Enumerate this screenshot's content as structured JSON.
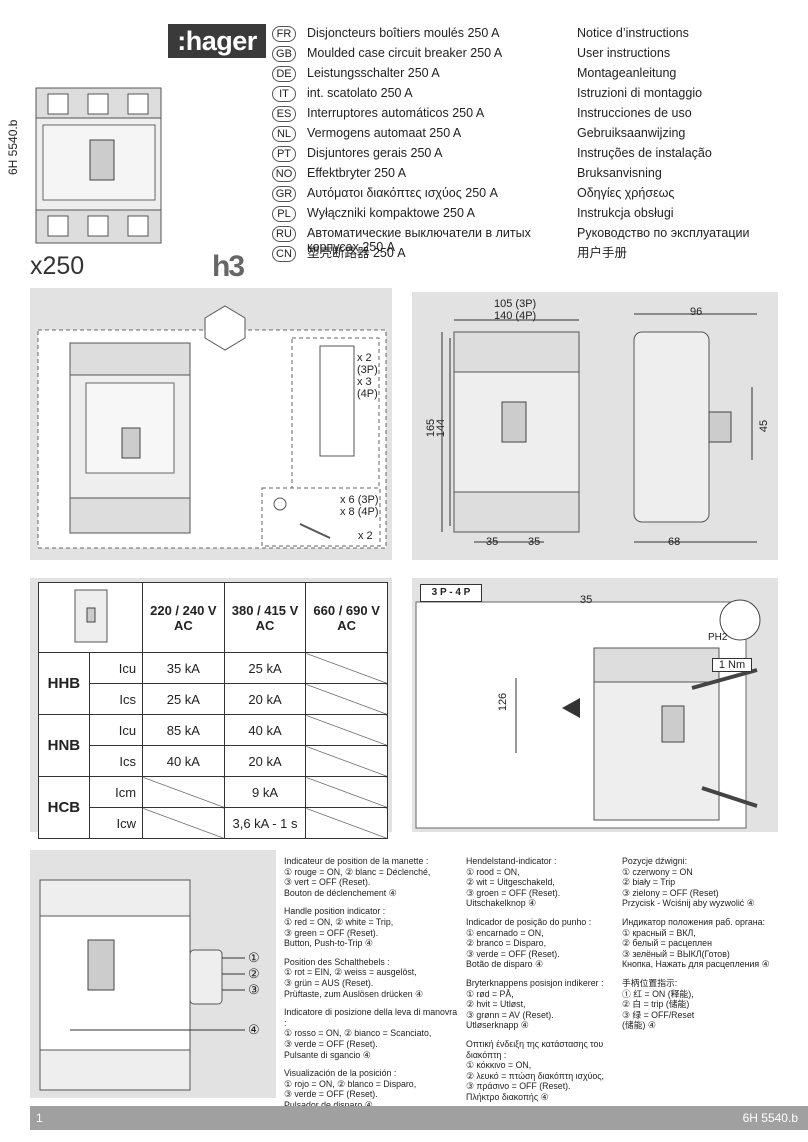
{
  "brand": "hager",
  "doc_code": "6H 5540.b",
  "model": "x250",
  "series_logo": "h3",
  "languages": [
    {
      "code": "FR",
      "product": "Disjoncteurs boîtiers moulés 250 A",
      "notice": "Notice d’instructions"
    },
    {
      "code": "GB",
      "product": "Moulded case circuit breaker 250 A",
      "notice": "User instructions"
    },
    {
      "code": "DE",
      "product": "Leistungsschalter 250 A",
      "notice": "Montageanleitung"
    },
    {
      "code": "IT",
      "product": "int. scatolato 250 A",
      "notice": "Istruzioni di montaggio"
    },
    {
      "code": "ES",
      "product": "Interruptores automáticos 250 A",
      "notice": "Instrucciones de uso"
    },
    {
      "code": "NL",
      "product": "Vermogens automaat 250 A",
      "notice": "Gebruiksaanwijzing"
    },
    {
      "code": "PT",
      "product": "Disjuntores gerais 250 A",
      "notice": "Instruções de instalação"
    },
    {
      "code": "NO",
      "product": "Effektbryter 250 A",
      "notice": "Bruksanvisning"
    },
    {
      "code": "GR",
      "product": "Αυτόματοι διακόπτες ισχύος 250 A",
      "notice": "Οδηγίες χρήσεως"
    },
    {
      "code": "PL",
      "product": "Wyłączniki kompaktowe 250 A",
      "notice": "Instrukcja obsługi"
    },
    {
      "code": "RU",
      "product": "Автоматические выключатели в литых корпусах 250 A",
      "notice": "Руководство по эксплуатации"
    },
    {
      "code": "CN",
      "product": "塑壳断路器  250 A",
      "notice": "用户手册"
    }
  ],
  "package": {
    "cover_qty": "x 2\n(3P)\nx 3\n(4P)",
    "screw_qty": "x 6 (3P)\nx 8 (4P)",
    "bolt_qty": "x 2"
  },
  "dimensions": {
    "width_3p": "105 (3P)",
    "width_4p": "140 (4P)",
    "depth": "96",
    "height_outer": "165",
    "height_inner": "144",
    "knob": "45",
    "pitch_a": "35",
    "pitch_b": "35",
    "base_depth": "68"
  },
  "ratings_table": {
    "voltages": [
      "220 / 240 V\nAC",
      "380 / 415 V\nAC",
      "660 / 690 V\nAC"
    ],
    "rows": [
      {
        "group": "HHB",
        "param": "Icu",
        "values": [
          "35 kA",
          "25 kA",
          ""
        ]
      },
      {
        "group": "HHB",
        "param": "Ics",
        "values": [
          "25 kA",
          "20 kA",
          ""
        ]
      },
      {
        "group": "HNB",
        "param": "Icu",
        "values": [
          "85 kA",
          "40 kA",
          ""
        ]
      },
      {
        "group": "HNB",
        "param": "Ics",
        "values": [
          "40 kA",
          "20 kA",
          ""
        ]
      },
      {
        "group": "HCB",
        "param": "Icm",
        "values": [
          "",
          "9 kA",
          ""
        ]
      },
      {
        "group": "HCB",
        "param": "Icw",
        "values": [
          "",
          "3,6 kA - 1 s",
          ""
        ]
      }
    ]
  },
  "mounting": {
    "poles": "3 P - 4 P",
    "offset": "35",
    "height": "126",
    "torque": "1 Nm",
    "tool": "PH2"
  },
  "callouts": [
    "①",
    "②",
    "③",
    "④"
  ],
  "legend_col1": [
    "Indicateur de position de la manette :\n① rouge = ON, ② blanc = Déclenché,\n③ vert = OFF (Reset).\nBouton de déclenchement ④",
    "Handle position indicator :\n① red = ON, ② white = Trip,\n③ green = OFF (Reset).\nButton, Push-to-Trip ④",
    "Position des Schalthebels :\n① rot = EIN, ② weiss = ausgelöst,\n③ grün = AUS (Reset).\nPrüftaste, zum Auslösen drücken ④",
    "Indicatore di posizione della leva di manovra :\n① rosso = ON, ② bianco = Scanciato,\n③ verde = OFF (Reset).\nPulsante di sgancio ④",
    "Visualización de la posición :\n① rojo = ON, ② blanco = Disparo,\n③ verde = OFF (Reset).\nPulsador de disparo ④"
  ],
  "legend_col2": [
    "Hendelstand-indicator :\n① rood = ON,\n② wit = Uitgeschakeld,\n③ groen = OFF (Reset).\nUitschakelknop ④",
    "Indicador de posição do punho :\n① encarnado = ON,\n② branco = Disparo,\n③ verde = OFF (Reset).\nBotão de disparo ④",
    "Bryterknappens posisjon indikerer :\n① rød = PÅ,\n② hvit = Utløst,\n③ grønn = AV (Reset).\nUtløserknapp ④",
    "Οπτική ένδειξη της κατάστασης του\nδιακόπτη :\n① κόκκινο = ON,\n② λευκό = πτώση διακόπτη ισχύος,\n③ πράσινο = OFF (Reset).\nΠλήκτρο διακοπής ④"
  ],
  "legend_col3": [
    "Pozycje dźwigni:\n① czerwony = ON\n② biały = Trip\n③ zielony = OFF (Reset)\nPrzycisk - Wciśnij aby wyzwolić ④",
    "Индикатор положения раб. органа:\n① красный = ВКЛ,\n② белый = расцеплен\n③ зелёный = ВЫКЛ(Готов)\nКнопка, Нажать для расцепления ④",
    "手柄位置指示:\n① 红 = ON (释能),\n② 白 = trip (储能)\n③ 绿 = OFF/Reset\n(储能) ④"
  ],
  "footer": {
    "page": "1",
    "code": "6H 5540.b"
  }
}
